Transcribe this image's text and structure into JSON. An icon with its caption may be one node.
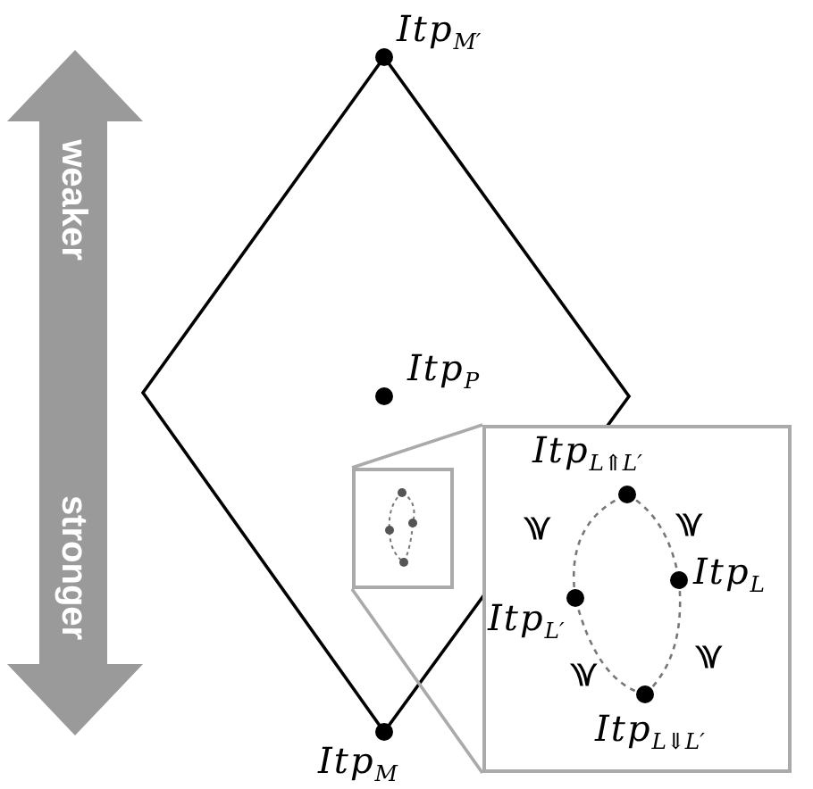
{
  "diagram": {
    "nodes": [
      {
        "text": [
          "Itp$_{M′}$"
        ]
      },
      {
        "text": [
          "Itp$_{P}$"
        ]
      },
      {
        "text": [],
        "shape": "box"
      },
      {
        "text": [],
        "shape": "box"
      },
      {
        "text": [
          "Itp$_{L⇑L′}$"
        ],
        "in": 3
      },
      {
        "text": [
          "Itp$_{L}$"
        ],
        "in": 3
      },
      {
        "text": [
          "Itp$_{L′}$"
        ],
        "in": 3
      },
      {
        "text": [
          "Itp$_{L⇓L′}$"
        ],
        "in": 3
      },
      {
        "text": [
          "Itp$_{M}$"
        ]
      }
    ],
    "edges": [
      {
        "from": 0,
        "to": 8,
        "arrow": "none",
        "color": "#000000"
      },
      {
        "from": 0,
        "to": 8,
        "arrow": "none",
        "color": "#000000"
      },
      {
        "from": 2,
        "to": 3,
        "arrow": "none",
        "color": "#aaaaaa"
      },
      {
        "from": 2,
        "to": 3,
        "arrow": "none",
        "color": "#aaaaaa"
      },
      {
        "from": 4,
        "to": 5,
        "arrow": "none",
        "style": "dashed",
        "label": "≽"
      },
      {
        "from": 5,
        "to": 7,
        "arrow": "none",
        "style": "dashed",
        "label": "≽"
      },
      {
        "from": 7,
        "to": 6,
        "arrow": "none",
        "style": "dashed",
        "label": "≽"
      },
      {
        "from": 6,
        "to": 4,
        "arrow": "none",
        "style": "dashed",
        "label": "≽"
      }
    ],
    "labels": [
      "weaker",
      "stronger"
    ]
  }
}
